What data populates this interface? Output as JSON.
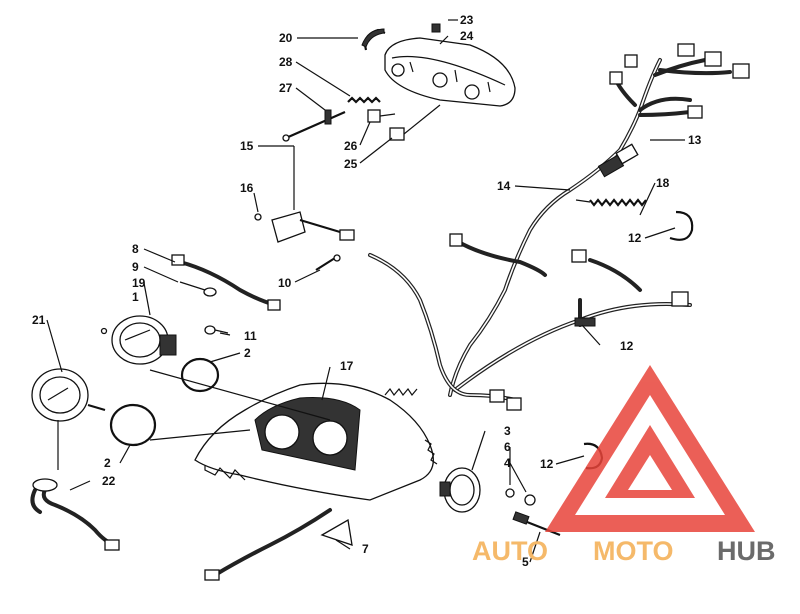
{
  "diagram": {
    "callouts": [
      {
        "id": "c20",
        "text": "20"
      },
      {
        "id": "c23",
        "text": "23"
      },
      {
        "id": "c24",
        "text": "24"
      },
      {
        "id": "c28",
        "text": "28"
      },
      {
        "id": "c27",
        "text": "27"
      },
      {
        "id": "c26",
        "text": "26"
      },
      {
        "id": "c25",
        "text": "25"
      },
      {
        "id": "c13",
        "text": "13"
      },
      {
        "id": "c15",
        "text": "15"
      },
      {
        "id": "c16",
        "text": "16"
      },
      {
        "id": "c14",
        "text": "14"
      },
      {
        "id": "c18",
        "text": "18"
      },
      {
        "id": "c12a",
        "text": "12"
      },
      {
        "id": "c8",
        "text": "8"
      },
      {
        "id": "c9",
        "text": "9"
      },
      {
        "id": "c19",
        "text": "19"
      },
      {
        "id": "c1",
        "text": "1"
      },
      {
        "id": "c10",
        "text": "10"
      },
      {
        "id": "c21",
        "text": "21"
      },
      {
        "id": "c11",
        "text": "11"
      },
      {
        "id": "c2a",
        "text": "2"
      },
      {
        "id": "c17",
        "text": "17"
      },
      {
        "id": "c12b",
        "text": "12"
      },
      {
        "id": "c3",
        "text": "3"
      },
      {
        "id": "c6",
        "text": "6"
      },
      {
        "id": "c4",
        "text": "4"
      },
      {
        "id": "c12c",
        "text": "12"
      },
      {
        "id": "c2b",
        "text": "2"
      },
      {
        "id": "c22",
        "text": "22"
      },
      {
        "id": "c7",
        "text": "7"
      },
      {
        "id": "c5",
        "text": "5"
      }
    ]
  },
  "watermark": {
    "part1": "AUTO",
    "part2": "MOTO",
    "part3": "HUB",
    "colors": {
      "triangle": "#e8443a",
      "auto": "#f5b96a",
      "hub": "#6b6b6b"
    }
  }
}
